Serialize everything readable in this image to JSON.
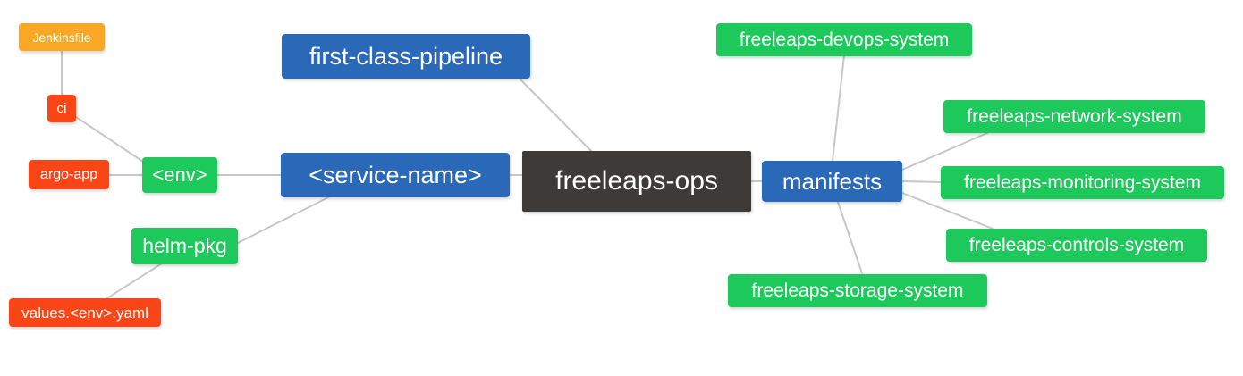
{
  "diagram": {
    "type": "mindmap",
    "title": "freeleaps-ops",
    "background": "#ffffff",
    "edge_color": "#c8c8c8",
    "palette": {
      "root": "#3e3a37",
      "blue": "#2a68b8",
      "green": "#1ec95c",
      "red": "#fa4616",
      "orange": "#f9a825",
      "text": "#ffffff"
    }
  },
  "nodes": {
    "root": {
      "label": "freeleaps-ops",
      "color": "#3e3a37",
      "font_size": 30
    },
    "first_class_pipeline": {
      "label": "first-class-pipeline",
      "color": "#2a68b8",
      "font_size": 27
    },
    "service_name": {
      "label": "<service-name>",
      "color": "#2a68b8",
      "font_size": 27
    },
    "manifests": {
      "label": "manifests",
      "color": "#2a68b8",
      "font_size": 26
    },
    "env": {
      "label": "<env>",
      "color": "#1ec95c",
      "font_size": 22
    },
    "helm_pkg": {
      "label": "helm-pkg",
      "color": "#1ec95c",
      "font_size": 23
    },
    "ci": {
      "label": "ci",
      "color": "#fa4616",
      "font_size": 15
    },
    "argo_app": {
      "label": "argo-app",
      "color": "#fa4616",
      "font_size": 16
    },
    "values_yaml": {
      "label": "values.<env>.yaml",
      "color": "#fa4616",
      "font_size": 17
    },
    "jenkinsfile": {
      "label": "Jenkinsfile",
      "color": "#f9a825",
      "font_size": 14
    },
    "devops_system": {
      "label": "freeleaps-devops-system",
      "color": "#1ec95c",
      "font_size": 21
    },
    "network_system": {
      "label": "freeleaps-network-system",
      "color": "#1ec95c",
      "font_size": 21
    },
    "monitoring_system": {
      "label": "freeleaps-monitoring-system",
      "color": "#1ec95c",
      "font_size": 21
    },
    "controls_system": {
      "label": "freeleaps-controls-system",
      "color": "#1ec95c",
      "font_size": 21
    },
    "storage_system": {
      "label": "freeleaps-storage-system",
      "color": "#1ec95c",
      "font_size": 21
    }
  },
  "edges": [
    {
      "from": "root",
      "to": "first_class_pipeline"
    },
    {
      "from": "root",
      "to": "service_name"
    },
    {
      "from": "root",
      "to": "manifests"
    },
    {
      "from": "service_name",
      "to": "env"
    },
    {
      "from": "service_name",
      "to": "helm_pkg"
    },
    {
      "from": "env",
      "to": "ci"
    },
    {
      "from": "env",
      "to": "argo_app"
    },
    {
      "from": "ci",
      "to": "jenkinsfile"
    },
    {
      "from": "helm_pkg",
      "to": "values_yaml"
    },
    {
      "from": "manifests",
      "to": "devops_system"
    },
    {
      "from": "manifests",
      "to": "network_system"
    },
    {
      "from": "manifests",
      "to": "monitoring_system"
    },
    {
      "from": "manifests",
      "to": "controls_system"
    },
    {
      "from": "manifests",
      "to": "storage_system"
    }
  ]
}
